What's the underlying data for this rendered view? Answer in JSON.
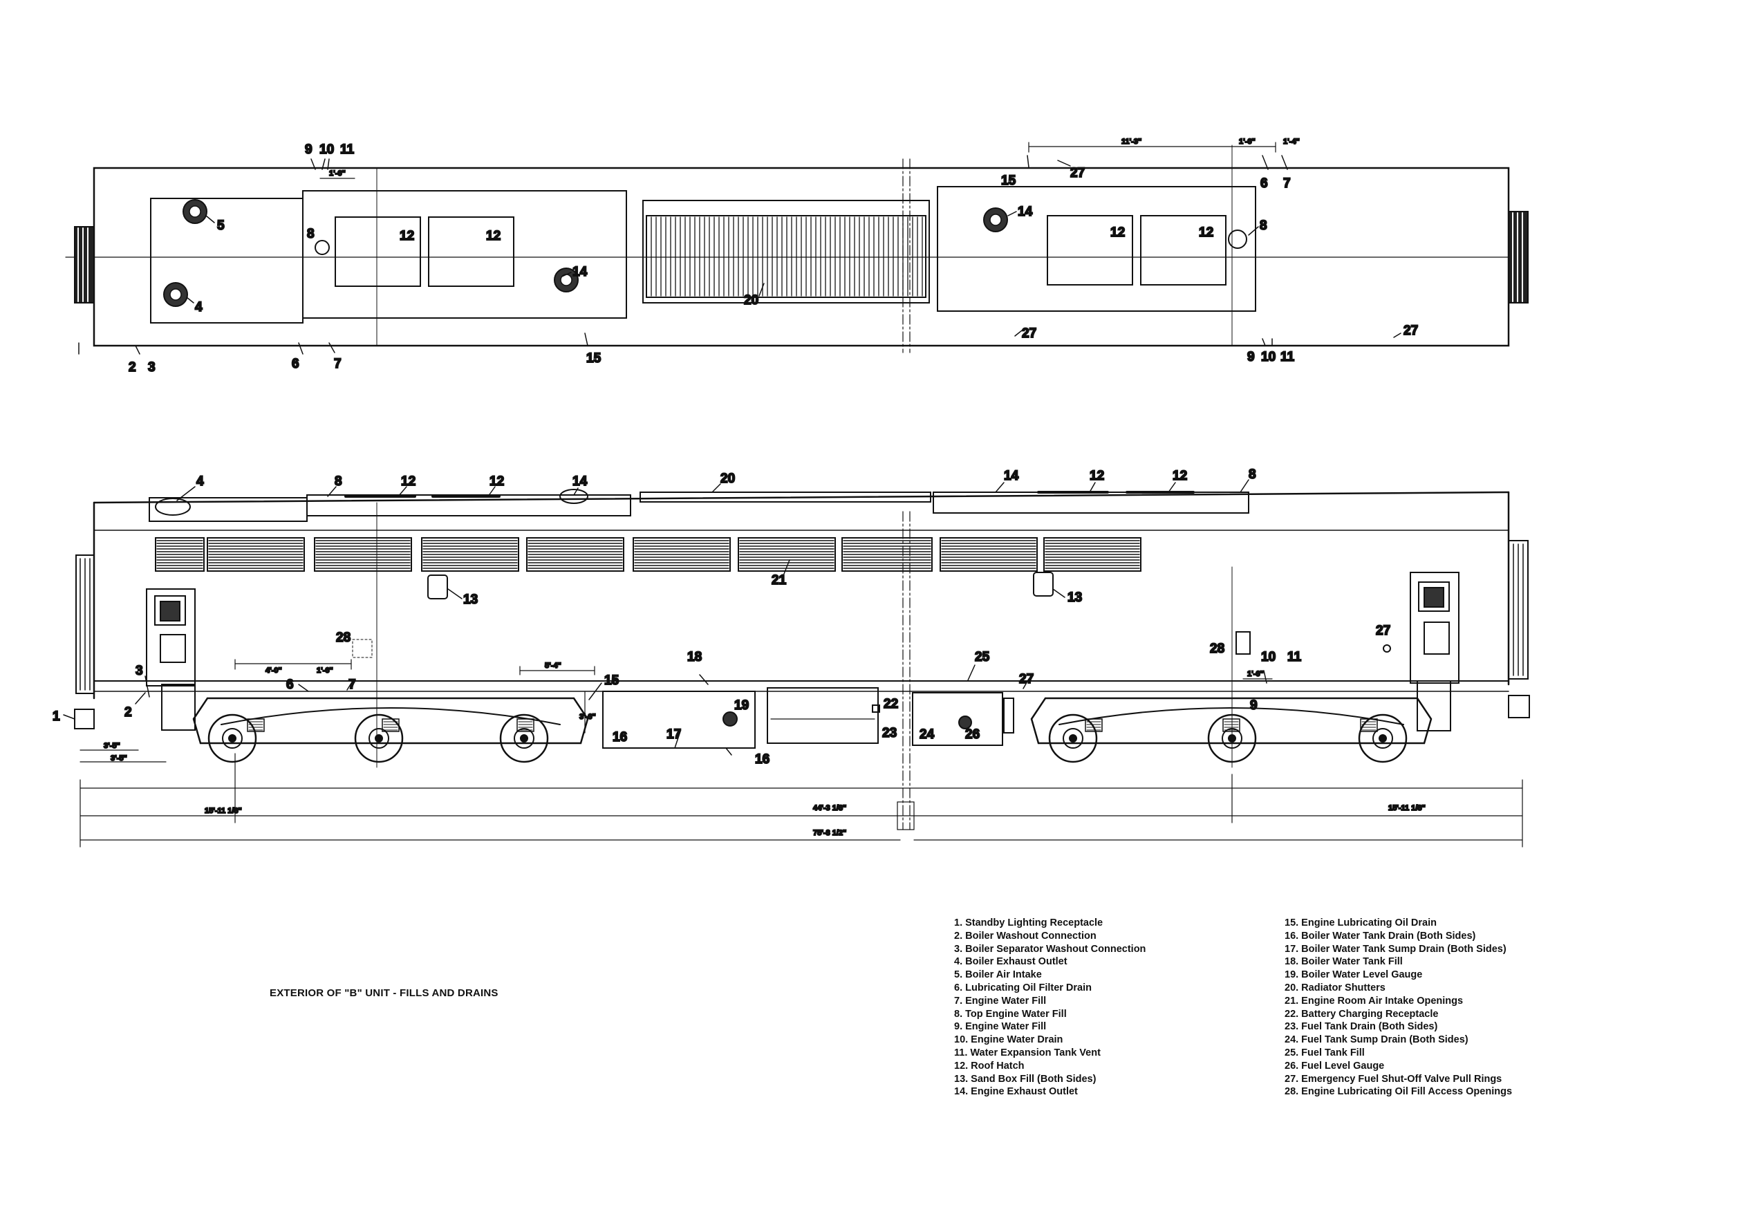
{
  "caption": "EXTERIOR OF \"B\" UNIT - FILLS AND DRAINS",
  "legend": {
    "col1": [
      "1. Standby Lighting Receptacle",
      "2. Boiler Washout Connection",
      "3. Boiler Separator Washout Connection",
      "4. Boiler Exhaust Outlet",
      "5. Boiler Air Intake",
      "6. Lubricating Oil Filter Drain",
      "7. Engine Water Fill",
      "8. Top Engine Water Fill",
      "9. Engine Water Fill",
      "10. Engine Water Drain",
      "11. Water Expansion Tank Vent",
      "12. Roof Hatch",
      "13. Sand Box Fill (Both Sides)",
      "14. Engine Exhaust Outlet"
    ],
    "col2": [
      "15. Engine Lubricating Oil Drain",
      "16. Boiler Water Tank Drain (Both Sides)",
      "17. Boiler Water Tank Sump Drain (Both Sides)",
      "18. Boiler Water Tank Fill",
      "19. Boiler Water Level Gauge",
      "20. Radiator Shutters",
      "21. Engine Room Air Intake Openings",
      "22. Battery Charging Receptacle",
      "23. Fuel Tank Drain (Both Sides)",
      "24. Fuel Tank Sump Drain (Both Sides)",
      "25. Fuel Tank Fill",
      "26. Fuel Level Gauge",
      "27. Emergency Fuel Shut-Off Valve Pull Rings",
      "28. Engine Lubricating Oil Fill Access Openings"
    ]
  },
  "top_view": {
    "callouts": {
      "c9": "9",
      "c10": "10",
      "c11": "11",
      "c5": "5",
      "c4": "4",
      "c8a": "8",
      "c12a": "12",
      "c12b": "12",
      "c14a": "14",
      "c20": "20",
      "c14b": "14",
      "c12c": "12",
      "c12d": "12",
      "c8b": "8",
      "c15t": "15",
      "c27t": "27",
      "c6t": "6",
      "c7t": "7",
      "c2": "2",
      "c3": "3",
      "c6b": "6",
      "c7b": "7",
      "c15b": "15",
      "c27b": "27",
      "c9b": "9",
      "c10b": "10",
      "c11b": "11",
      "c27c": "27"
    },
    "dims": {
      "d1": "11'-3\"",
      "d2": "1'-6\"",
      "d3": "1'-4\"",
      "d4": "1'-6\""
    }
  },
  "side_view": {
    "callouts": {
      "c4": "4",
      "c8a": "8",
      "c12a": "12",
      "c12b": "12",
      "c14a": "14",
      "c20": "20",
      "c14b": "14",
      "c12c": "12",
      "c12d": "12",
      "c8b": "8",
      "c21": "21",
      "c13a": "13",
      "c13b": "13",
      "c28a": "28",
      "c28b": "28",
      "c27a": "27",
      "c1": "1",
      "c2": "2",
      "c3": "3",
      "c6": "6",
      "c7": "7",
      "c15": "15",
      "c16a": "16",
      "c16b": "16",
      "c17": "17",
      "c18": "18",
      "c19": "19",
      "c22": "22",
      "c23": "23",
      "c24": "24",
      "c25": "25",
      "c26": "26",
      "c27b": "27",
      "c9": "9",
      "c10": "10",
      "c11": "11"
    },
    "dims": {
      "d_a": "4'-0\"",
      "d_b": "1'-6\"",
      "d_c": "5'-4\"",
      "d_d": "1'-6\"",
      "d_e": "3'-6\"",
      "d_f": "3'-5\"",
      "d_g": "3'-5\"",
      "d_h": "15'-11 1/8\"",
      "d_i": "44'-3 1/8\"",
      "d_j": "15'-11 1/8\"",
      "d_k": "75'-8 1/2\""
    }
  }
}
